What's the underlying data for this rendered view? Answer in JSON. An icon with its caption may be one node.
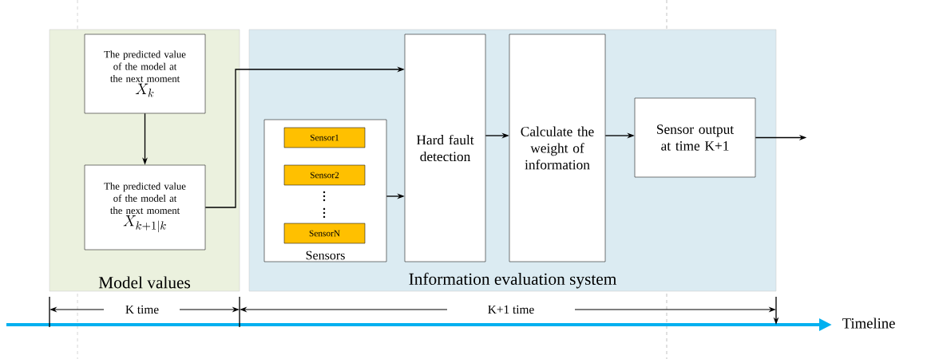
{
  "diagram": {
    "nodes": [
      {
        "text": [
          "Model values"
        ]
      },
      {
        "text": [
          "The predicted value of the model at the next moment",
          "X_{k}"
        ],
        "in": 0
      },
      {
        "text": [
          "The predicted value of the model at the next moment",
          "X_{k+1|k}"
        ],
        "in": 0
      },
      {
        "text": [
          "Information evaluation system"
        ]
      },
      {
        "text": [
          "Sensors"
        ],
        "in": 3
      },
      {
        "text": [
          "Sensor1"
        ],
        "in": 4
      },
      {
        "text": [
          "Sensor2"
        ],
        "in": 4
      },
      {
        "text": [
          "SensorN"
        ],
        "in": 4
      },
      {
        "text": [
          "Hard fault detection"
        ],
        "in": 3
      },
      {
        "text": [
          "Calculate the weight of information"
        ],
        "in": 3
      },
      {
        "text": [
          "Sensor output at time K+1"
        ],
        "in": 3
      }
    ],
    "edges": [
      {
        "from": 1,
        "to": 2,
        "arrow": "to"
      },
      {
        "from": 2,
        "to": 8,
        "arrow": "to"
      },
      {
        "from": 4,
        "to": 8,
        "arrow": "to"
      },
      {
        "from": 8,
        "to": 9,
        "arrow": "to"
      },
      {
        "from": 9,
        "to": 10,
        "arrow": "to"
      },
      {
        "from": 10,
        "to": null,
        "arrow": "to"
      }
    ],
    "labels": [
      "K time",
      "K+1 time",
      "Timeline"
    ]
  }
}
